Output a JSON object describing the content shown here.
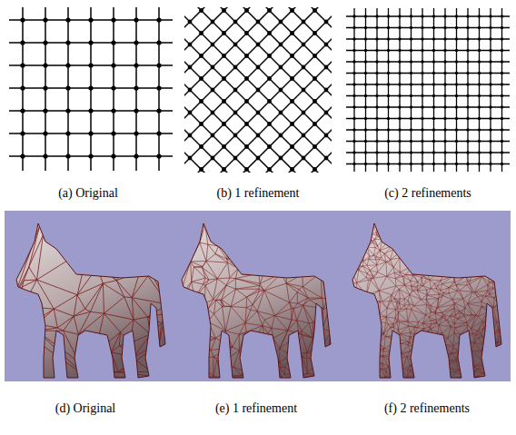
{
  "diagram": {
    "labels": [
      "(a) Original",
      "(b) 1 refinement",
      "(c) 2 refinements",
      "(d) Original",
      "(e) 1 refinement",
      "(f) 2 refinements"
    ]
  }
}
